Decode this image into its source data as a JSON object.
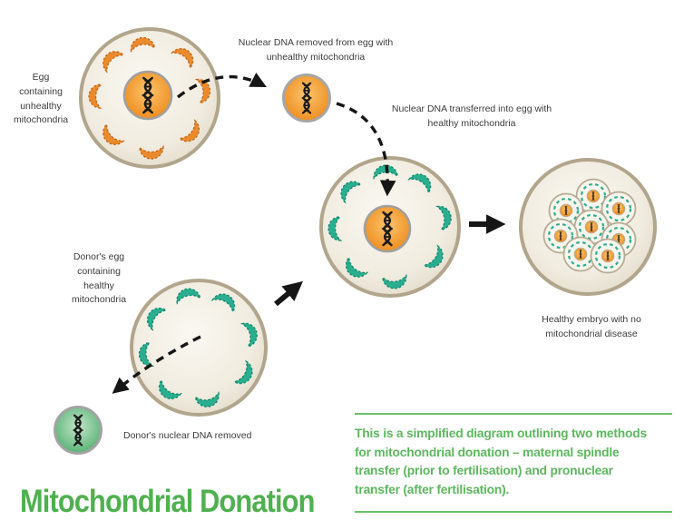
{
  "colors": {
    "title_green": "#4fb04f",
    "caption_green": "#5cb85e",
    "rule_green": "#6cbf6b",
    "mitochondria_orange": "#e98b2d",
    "mitochondria_teal": "#2bae90",
    "nucleus_orange": "#ef8d1f",
    "donor_dna_green": "#57b273",
    "cell_border_tan": "#b1a58c",
    "cell_fill_cream": "#f1ece0",
    "arrow_black": "#161616",
    "label_text": "#3c3c3c"
  },
  "diagram": {
    "labels": {
      "egg_unhealthy": "Egg\ncontaining\nunhealthy\nmitochondria",
      "nuclear_dna_removed": "Nuclear DNA removed from egg with\nunhealthy mitochondria",
      "nuclear_dna_transferred": "Nuclear DNA transferred into egg with\nhealthy mitochondria",
      "donor_egg": "Donor's egg\ncontaining\nhealthy\nmitochondria",
      "donor_dna_removed": "Donor's nuclear DNA removed",
      "healthy_embryo": "Healthy embryo with no\nmitochondrial disease"
    },
    "title": "Mitochondrial Donation",
    "caption": "This is a simplified diagram outlining two methods\nfor mitochondrial donation – maternal spindle\ntransfer (prior to fertilisation) and pronuclear\ntransfer (after fertilisation)."
  }
}
